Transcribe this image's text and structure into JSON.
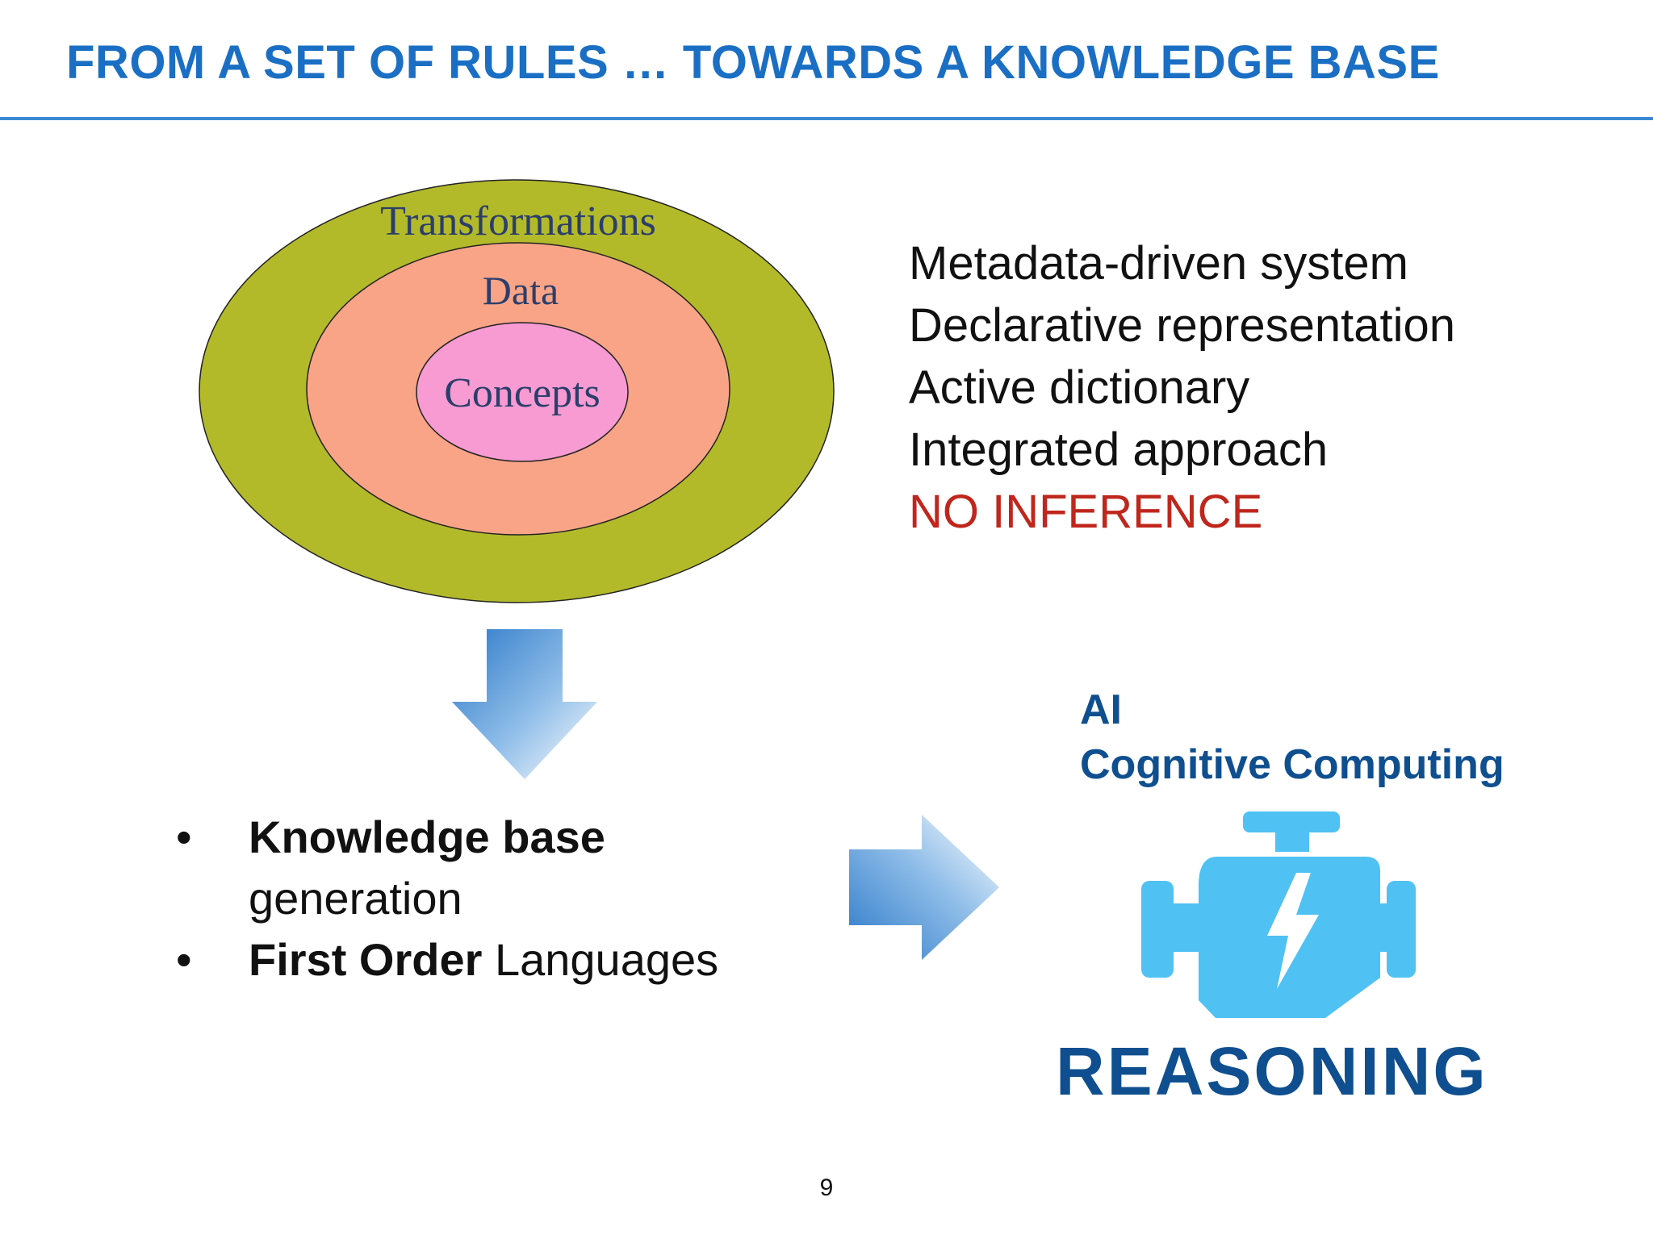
{
  "header": {
    "title": "FROM A SET OF RULES … TOWARDS A KNOWLEDGE BASE"
  },
  "diagram": {
    "outer_label": "Transformations",
    "middle_label": "Data",
    "inner_label": "Concepts",
    "colors": {
      "outer": "#b3ba2a",
      "middle": "#f9a487",
      "inner": "#f79bd2",
      "label": "#2c3e6b"
    }
  },
  "features": {
    "items": [
      "Metadata-driven system",
      "Declarative representation",
      "Active dictionary",
      "Integrated approach"
    ],
    "warning": "NO INFERENCE",
    "warning_color": "#c0261c"
  },
  "knowledge": {
    "bullet": "•",
    "item1_bold": "Knowledge base",
    "item1_rest": "generation",
    "item2_bold": "First Order",
    "item2_rest": " Languages"
  },
  "ai": {
    "line1": "AI",
    "line2": "Cognitive Computing",
    "engine_icon": "engine-icon",
    "engine_color": "#4fc1f3"
  },
  "reasoning": {
    "label": "REASONING"
  },
  "footer": {
    "page_number": "9"
  }
}
